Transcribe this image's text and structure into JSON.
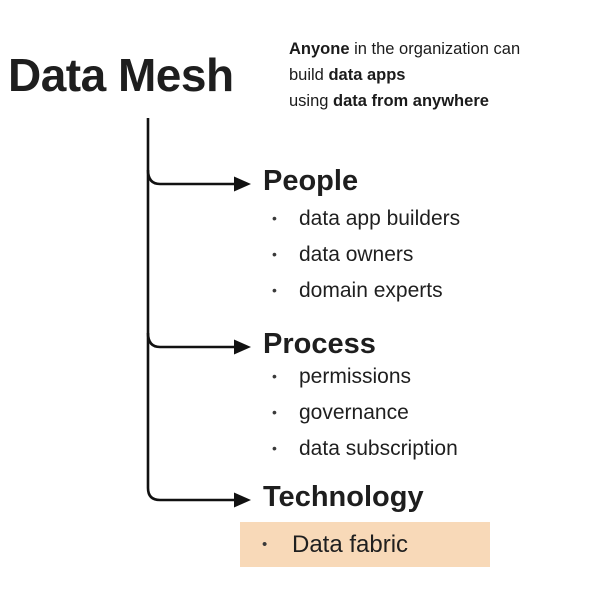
{
  "title": "Data Mesh",
  "tagline": {
    "line1_bold": "Anyone",
    "line1_rest": " in the organization can",
    "line2_pre": "build ",
    "line2_bold": "data apps",
    "line3_pre": "using ",
    "line3_bold": "data from anywhere"
  },
  "bullet_char": "•",
  "branches": [
    {
      "heading": "People",
      "items": [
        "data app builders",
        "data owners",
        "domain experts"
      ]
    },
    {
      "heading": "Process",
      "items": [
        "permissions",
        "governance",
        "data subscription"
      ]
    },
    {
      "heading": "Technology",
      "items": [
        "Data fabric"
      ],
      "highlighted": true
    }
  ],
  "colors": {
    "highlight": "#f8d9b8",
    "line": "#111111",
    "text": "#212121"
  }
}
